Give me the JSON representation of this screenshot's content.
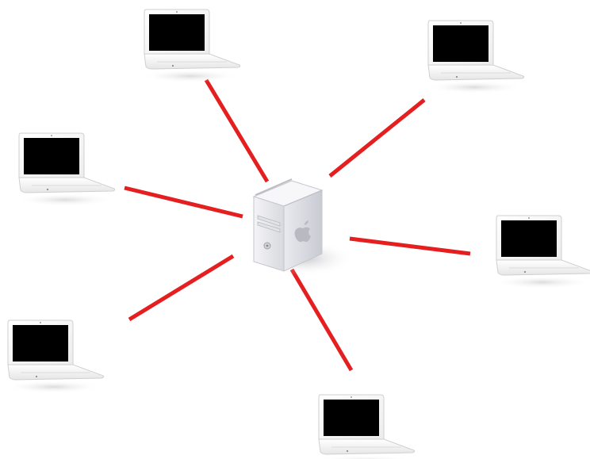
{
  "diagram": {
    "type": "star-network",
    "hub": {
      "icon": "server-tower-icon"
    },
    "nodes": [
      {
        "id": "laptop-top-left",
        "icon": "laptop-icon"
      },
      {
        "id": "laptop-top-right",
        "icon": "laptop-icon"
      },
      {
        "id": "laptop-mid-left",
        "icon": "laptop-icon"
      },
      {
        "id": "laptop-mid-right",
        "icon": "laptop-icon"
      },
      {
        "id": "laptop-bottom-left",
        "icon": "laptop-icon"
      },
      {
        "id": "laptop-bottom-center",
        "icon": "laptop-icon"
      }
    ],
    "link_color": "#e51f1f",
    "screen_color": "#000000",
    "device_color": "#ffffff"
  }
}
